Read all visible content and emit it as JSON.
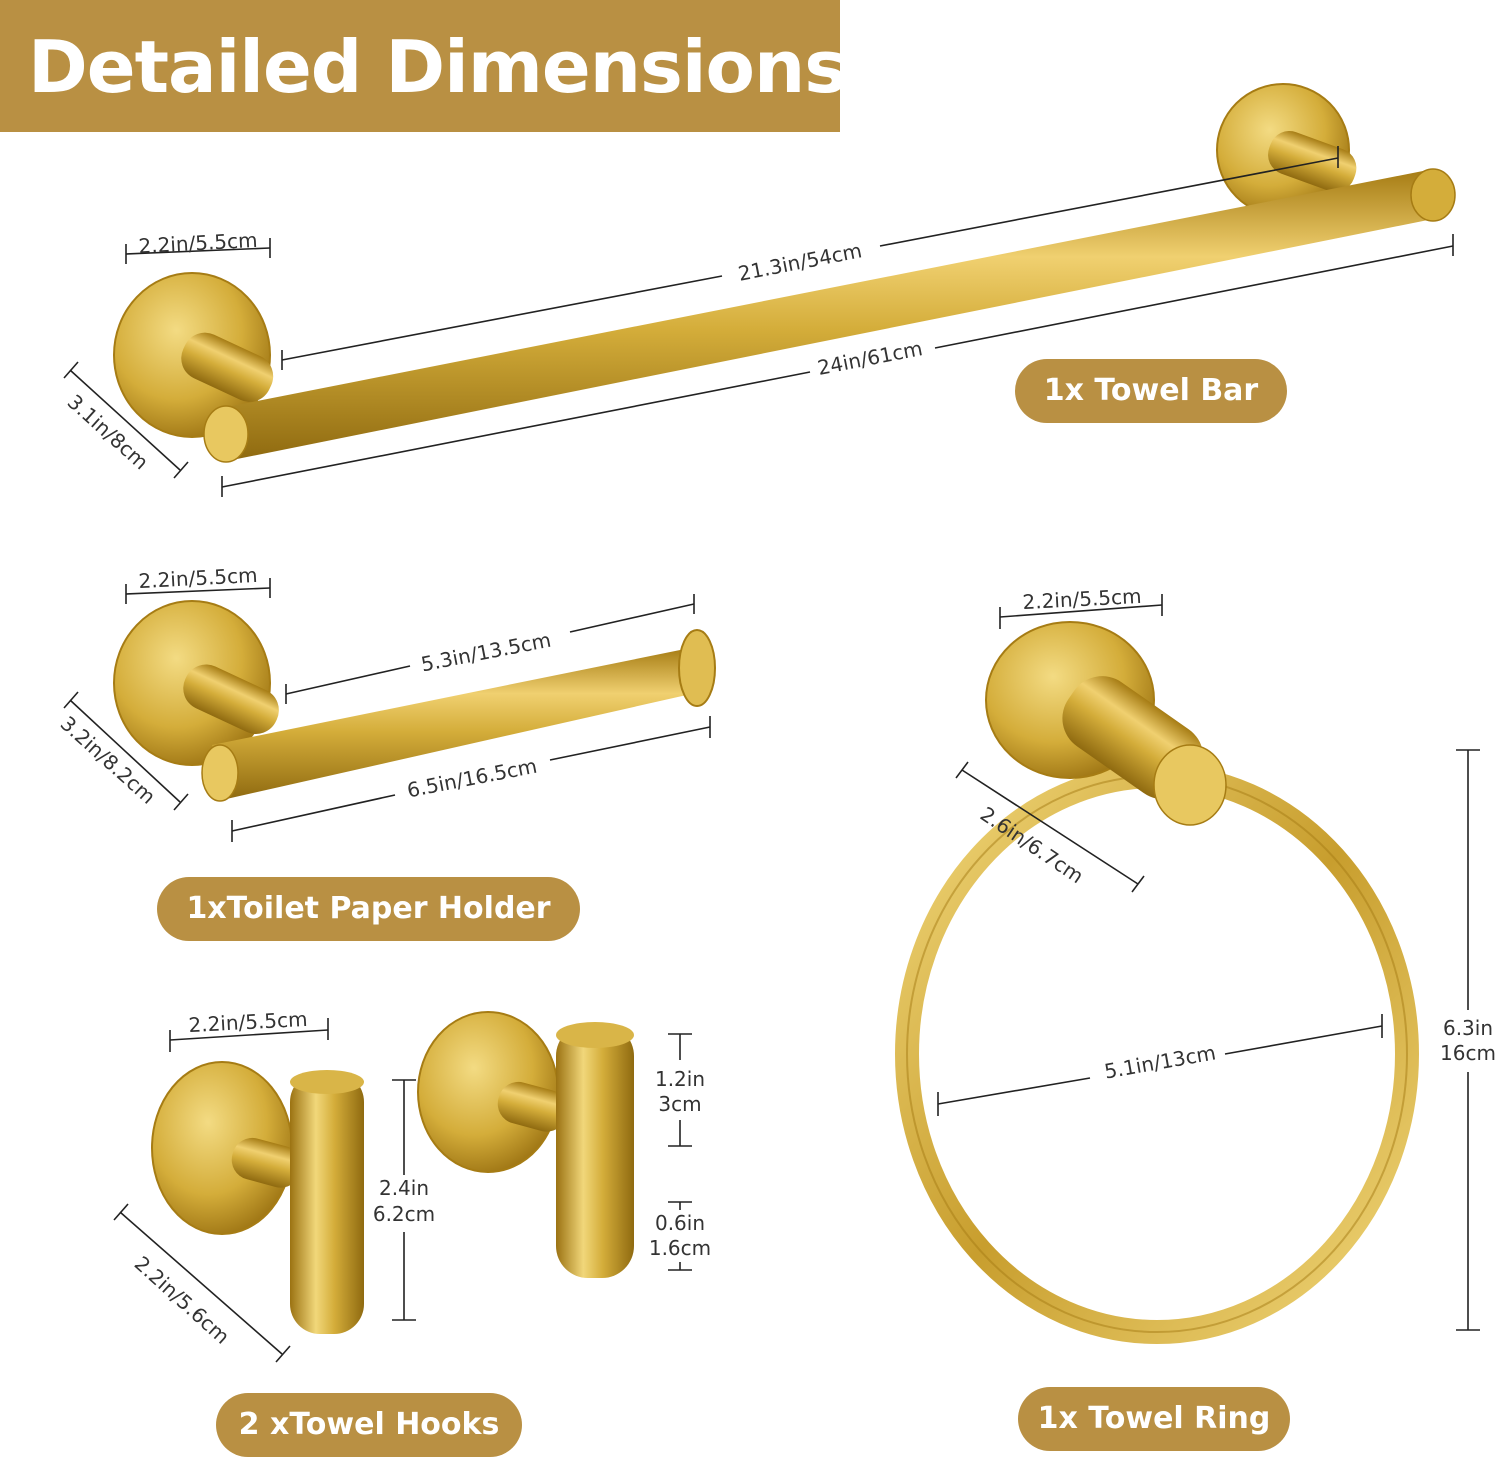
{
  "title": "Detailed Dimensions",
  "colors": {
    "accent": "#b99043",
    "gold": "#d4ad3a",
    "gold_dark": "#a67c14",
    "gold_light": "#f1d77a"
  },
  "labels": {
    "towel_bar": "1x Towel Bar",
    "toilet_paper_holder": "1xToilet Paper Holder",
    "towel_hooks": "2 xTowel Hooks",
    "towel_ring": "1x Towel Ring"
  },
  "dimensions": {
    "towel_bar": {
      "base_diameter": "2.2in/5.5cm",
      "inner_length": "21.3in/54cm",
      "total_length": "24in/61cm",
      "depth": "3.1in/8cm"
    },
    "toilet_paper_holder": {
      "base_diameter": "2.2in/5.5cm",
      "inner_length": "5.3in/13.5cm",
      "total_length": "6.5in/16.5cm",
      "depth": "3.2in/8.2cm"
    },
    "towel_hooks": {
      "base_diameter": "2.2in/5.5cm",
      "depth": "2.2in/5.6cm",
      "height_in": "2.4in",
      "height_cm": "6.2cm",
      "top_in": "1.2in",
      "top_cm": "3cm",
      "bottom_in": "0.6in",
      "bottom_cm": "1.6cm"
    },
    "towel_ring": {
      "base_diameter": "2.2in/5.5cm",
      "depth": "2.6in/6.7cm",
      "inner_diameter": "5.1in/13cm",
      "height_in": "6.3in",
      "height_cm": "16cm"
    }
  }
}
